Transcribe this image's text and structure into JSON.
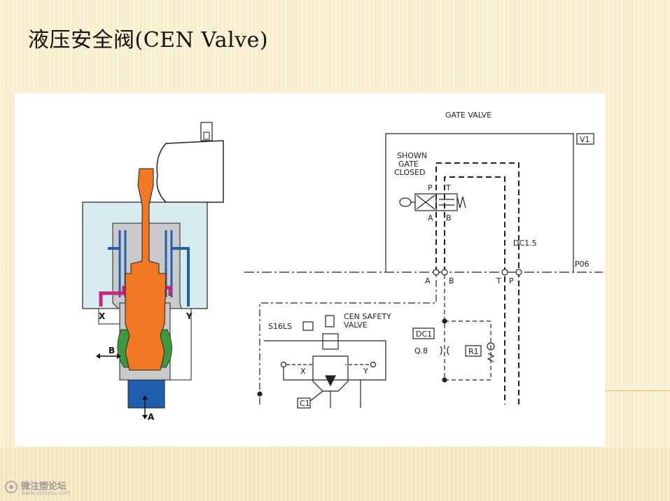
{
  "slide": {
    "title": "液压安全阀(CEN Valve)"
  },
  "cross_section": {
    "port_x": "X",
    "port_y": "Y",
    "port_b": "B",
    "port_a": "A"
  },
  "schematic": {
    "gate_valve": "GATE VALVE",
    "v1": "V1",
    "shown": "SHOWN",
    "gate": "GATE",
    "closed": "CLOSED",
    "p": "P",
    "t": "T",
    "a": "A",
    "b": "B",
    "dc_15": "DC1.5",
    "p06": "P06",
    "line_a": "A",
    "line_b": "B",
    "line_t": "T",
    "line_p": "P",
    "s16ls": "S16LS",
    "cen_safety": "CEN SAFETY",
    "valve": "VALVE",
    "dc1": "DC1",
    "q8": "Q.8",
    "r1": "R1",
    "x": "X",
    "y": "Y",
    "c1": "C1"
  },
  "watermark": {
    "name": "微注塑论坛",
    "url": "www.vzhusu.com"
  },
  "colors": {
    "orange": "#f07822",
    "blue": "#1f5fae",
    "pale": "#d6ecee",
    "grey": "#c9c9c9",
    "green": "#3c9a3c",
    "magenta": "#c8247a"
  }
}
